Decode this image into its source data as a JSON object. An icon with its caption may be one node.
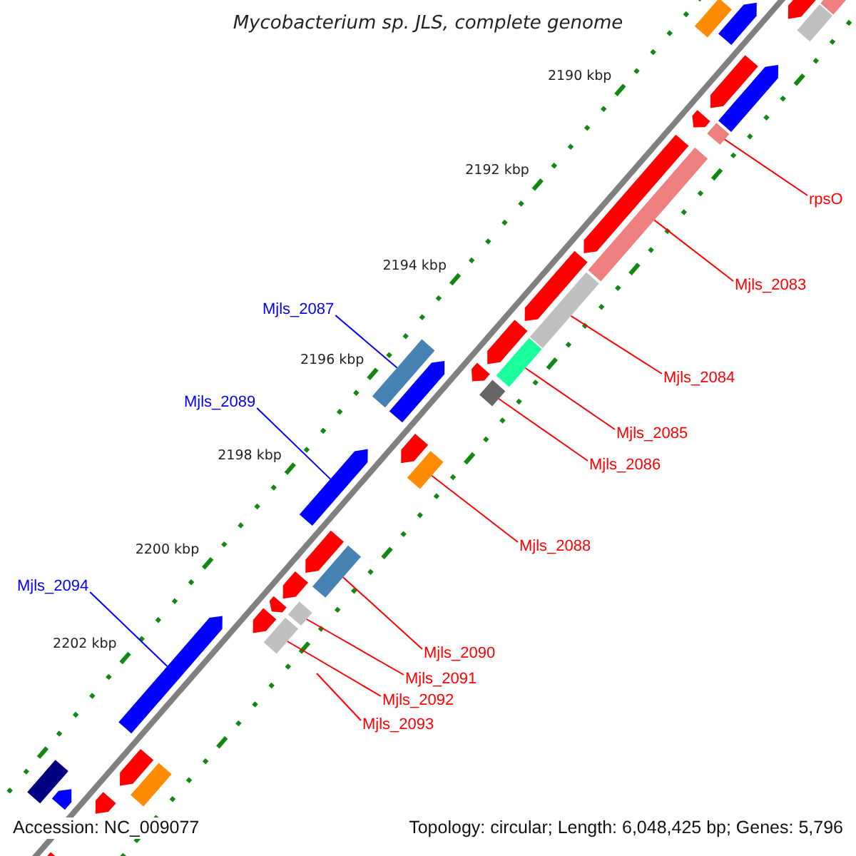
{
  "diagram": {
    "title": "Mycobacterium sp. JLS, complete genome",
    "nodes": [
      {
        "text": [
          "rpsO"
        ]
      },
      {
        "text": [
          "Mjls_2083"
        ]
      },
      {
        "text": [
          "Mjls_2087"
        ]
      },
      {
        "text": [
          "Mjls_2084"
        ]
      },
      {
        "text": [
          "Mjls_2089"
        ]
      },
      {
        "text": [
          "Mjls_2085"
        ]
      },
      {
        "text": [
          "Mjls_2086"
        ]
      },
      {
        "text": [
          "Mjls_2088"
        ]
      },
      {
        "text": [
          "Mjls_2094"
        ]
      },
      {
        "text": [
          "Mjls_2090"
        ]
      },
      {
        "text": [
          "Mjls_2091"
        ]
      },
      {
        "text": [
          "Mjls_2092"
        ]
      },
      {
        "text": [
          "Mjls_2093"
        ]
      },
      {
        "text": [],
        "shape": "bar"
      },
      {
        "text": [],
        "shape": "bar"
      },
      {
        "text": [],
        "shape": "bar"
      },
      {
        "text": [],
        "shape": "bar"
      },
      {
        "text": [],
        "shape": "bar"
      },
      {
        "text": [],
        "shape": "bar"
      },
      {
        "text": [],
        "shape": "bar"
      },
      {
        "text": [],
        "shape": "bar"
      },
      {
        "text": [],
        "shape": "bar"
      },
      {
        "text": [],
        "shape": "bar"
      },
      {
        "text": [],
        "shape": "bar"
      },
      {
        "text": [],
        "shape": "bar"
      },
      {
        "text": [],
        "shape": "bar"
      },
      {
        "text": [],
        "shape": "bar"
      },
      {
        "text": [],
        "shape": "bar"
      },
      {
        "text": [],
        "shape": "bar"
      },
      {
        "text": [],
        "shape": "bar"
      },
      {
        "text": [],
        "shape": "bar"
      },
      {
        "text": [],
        "shape": "bar"
      },
      {
        "text": [],
        "shape": "bar"
      },
      {
        "text": [],
        "shape": "bar"
      },
      {
        "text": [],
        "shape": "bar"
      },
      {
        "text": [],
        "shape": "bar"
      },
      {
        "text": [],
        "shape": "bar"
      },
      {
        "text": [],
        "shape": "bar"
      },
      {
        "text": [],
        "shape": "bar"
      },
      {
        "text": [],
        "shape": "bar"
      },
      {
        "text": [],
        "shape": "bar"
      },
      {
        "text": [],
        "shape": "bar"
      },
      {
        "text": [],
        "shape": "bar"
      },
      {
        "text": [],
        "shape": "bar"
      },
      {
        "text": [],
        "shape": "bar"
      },
      {
        "text": [],
        "shape": "bar"
      },
      {
        "text": [],
        "shape": "bar"
      },
      {
        "text": [],
        "shape": "bar"
      },
      {
        "text": [],
        "shape": "bar"
      }
    ],
    "edges": [
      {
        "from": 0,
        "to": 31,
        "arrow": "none"
      },
      {
        "from": 1,
        "to": 32,
        "arrow": "none"
      },
      {
        "from": 2,
        "to": 47,
        "arrow": "none",
        "color": "#0000ff"
      },
      {
        "from": 3,
        "to": 33,
        "arrow": "none"
      },
      {
        "from": 4,
        "to": 43,
        "arrow": "none",
        "color": "#0000ff"
      },
      {
        "from": 5,
        "to": 34,
        "arrow": "none"
      },
      {
        "from": 6,
        "to": 35,
        "arrow": "none"
      },
      {
        "from": 7,
        "to": 36,
        "arrow": "none"
      },
      {
        "from": 8,
        "to": 44,
        "arrow": "none",
        "color": "#0000ff"
      },
      {
        "from": 9,
        "to": 37,
        "arrow": "none"
      },
      {
        "from": 10,
        "to": 38,
        "arrow": "none"
      },
      {
        "from": 11,
        "to": 39,
        "arrow": "none"
      },
      {
        "from": 12,
        "to": null,
        "arrow": "none"
      }
    ],
    "labels": [
      "2190 kbp",
      "2192 kbp",
      "2194 kbp",
      "2196 kbp",
      "2198 kbp",
      "2200 kbp",
      "2202 kbp",
      "Accession: NC_009077",
      "Topology: circular; Length: 6,048,425 bp; Genes: 5,796"
    ]
  }
}
